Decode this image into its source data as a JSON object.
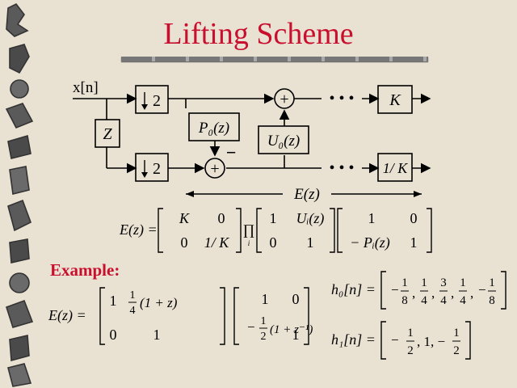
{
  "title": "Lifting Scheme",
  "diagram": {
    "input_label": "x[n]",
    "delay_label": "Z",
    "down_top": "2",
    "down_bottom": "2",
    "predict_label": "P₀(z)",
    "update_label": "U₀(z)",
    "plus": "+",
    "minus": "−",
    "dots": "• • •",
    "gain_top": "K",
    "gain_bottom": "1/ K",
    "span_label": "E(z)"
  },
  "factorization": {
    "lhs": "E(z) =",
    "m1": [
      "K",
      "0",
      "0",
      "1/ K"
    ],
    "product": "∏",
    "product_index": "i",
    "m2": [
      "1",
      "Uᵢ(z)",
      "0",
      "1"
    ],
    "m3": [
      "1",
      "0",
      "− Pᵢ(z)",
      "1"
    ]
  },
  "example": {
    "label": "Example:",
    "lhs": "E(z) =",
    "m1": [
      "1",
      "1",
      "4",
      "(1 + z)",
      "0",
      "1"
    ],
    "m2": [
      "1",
      "0",
      "−",
      "1",
      "2",
      "(1 + z⁻¹)",
      "1"
    ],
    "h0": {
      "label": "h₀[n] =",
      "entries": [
        {
          "sign": "−",
          "num": "1",
          "den": "8"
        },
        {
          "sign": "",
          "num": "1",
          "den": "4"
        },
        {
          "sign": "",
          "num": "3",
          "den": "4"
        },
        {
          "sign": "",
          "num": "1",
          "den": "4"
        },
        {
          "sign": "−",
          "num": "1",
          "den": "8"
        }
      ],
      "sep": ","
    },
    "h1": {
      "label": "h₁[n] =",
      "neg_a": "−",
      "num_a": "1",
      "den_a": "2",
      "mid": ", 1, −",
      "num_b": "1",
      "den_b": "2"
    }
  }
}
